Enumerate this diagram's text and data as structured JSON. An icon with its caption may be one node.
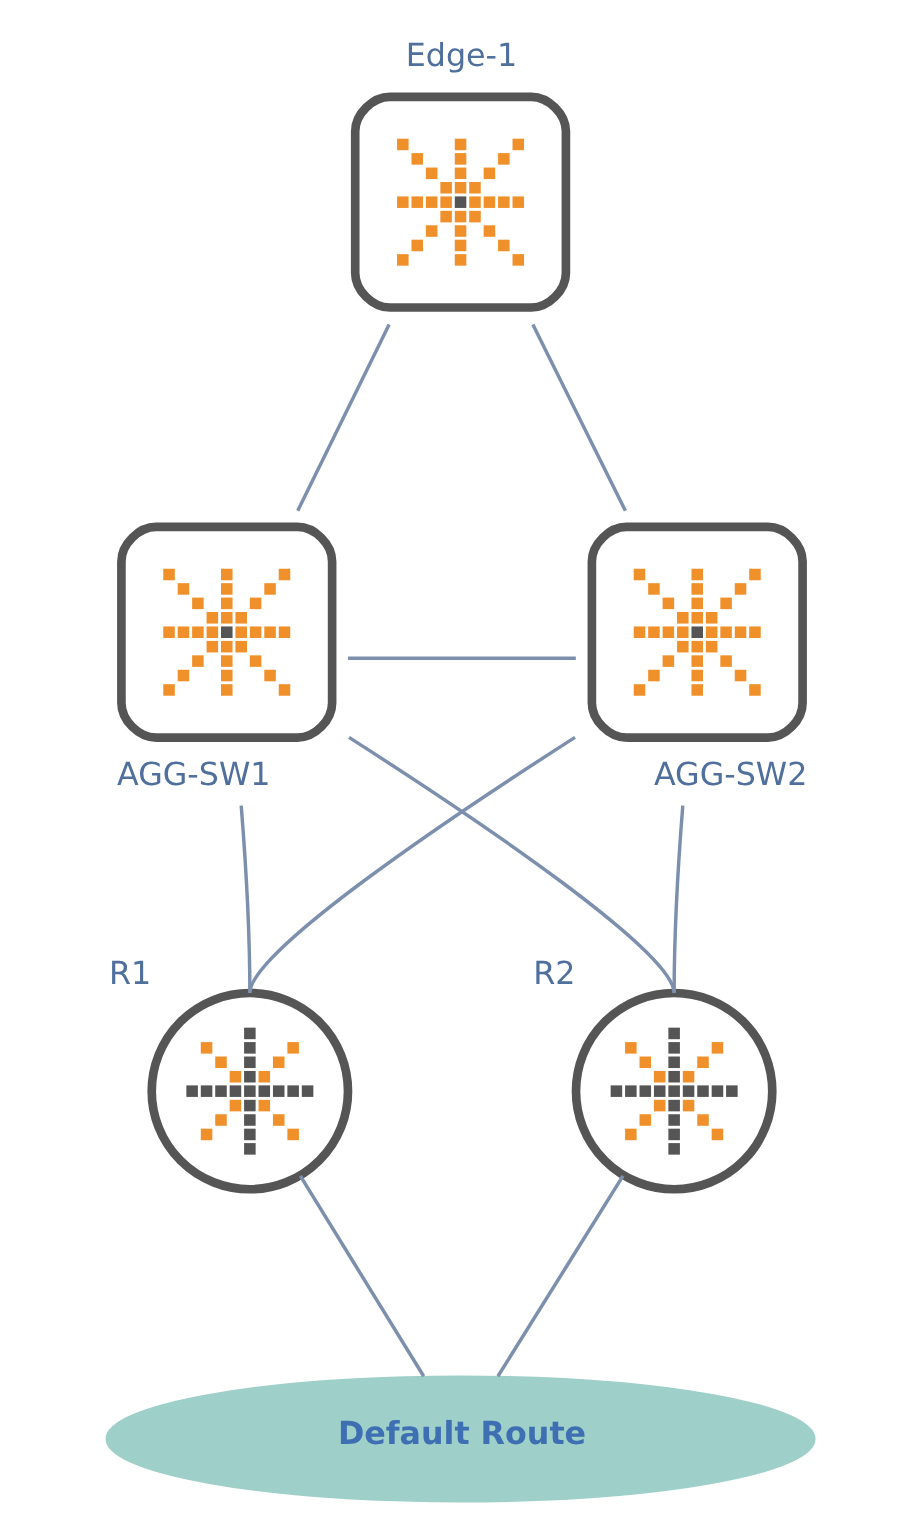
{
  "diagram": {
    "nodes": [
      {
        "text": [
          "Edge-1"
        ]
      },
      {
        "text": [
          "AGG-SW1"
        ]
      },
      {
        "text": [
          "AGG-SW2"
        ]
      },
      {
        "text": [
          "R1"
        ]
      },
      {
        "text": [
          "R2"
        ]
      },
      {
        "text": [
          "Default Route"
        ]
      }
    ],
    "edges": [
      {
        "from": 0,
        "to": 1,
        "arrow": "none"
      },
      {
        "from": 0,
        "to": 2,
        "arrow": "none"
      },
      {
        "from": 1,
        "to": 2,
        "arrow": "none"
      },
      {
        "from": 1,
        "to": 3,
        "arrow": "none"
      },
      {
        "from": 1,
        "to": 4,
        "arrow": "none"
      },
      {
        "from": 2,
        "to": 3,
        "arrow": "none"
      },
      {
        "from": 2,
        "to": 4,
        "arrow": "none"
      },
      {
        "from": 3,
        "to": 5,
        "arrow": "none"
      },
      {
        "from": 4,
        "to": 5,
        "arrow": "none"
      }
    ]
  }
}
